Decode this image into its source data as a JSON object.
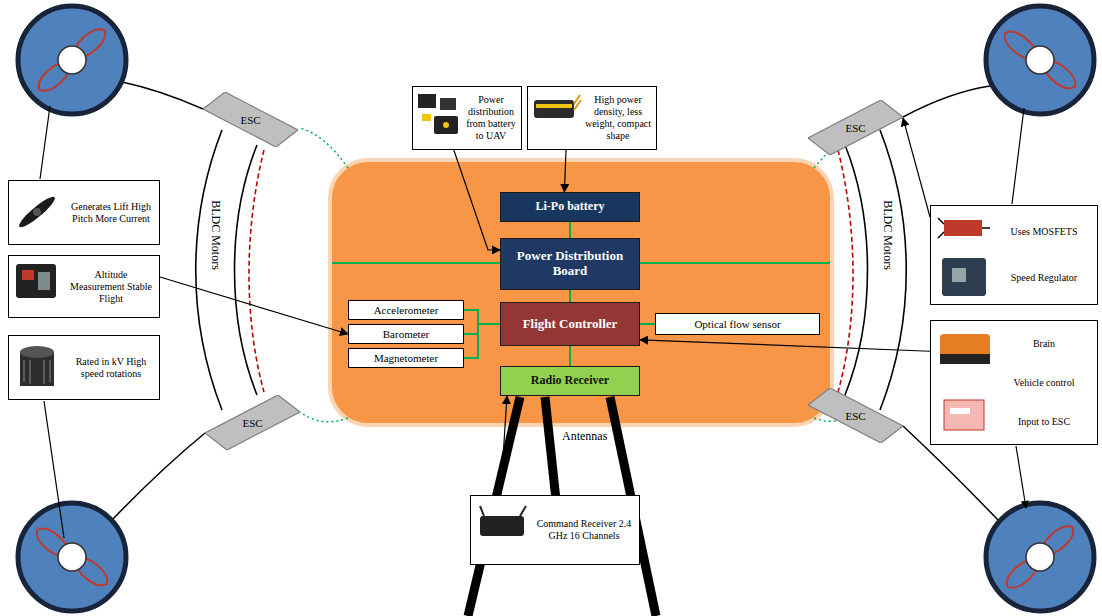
{
  "diagram": {
    "nodes": [
      {
        "text": [
          "Power distribution from battery to UAV"
        ]
      },
      {
        "text": [
          "High power density, less weight, compact shape"
        ]
      },
      {
        "text": [
          "ESC"
        ]
      },
      {
        "text": [
          "ESC"
        ]
      },
      {
        "text": [
          "Generates Lift High Pitch More Current"
        ]
      },
      {
        "text": [
          "Li-Po battery"
        ]
      },
      {
        "text": [
          "Uses MOSFETS",
          "Speed Regulator"
        ]
      },
      {
        "text": [
          "Power Distribution Board"
        ]
      },
      {
        "text": [
          "Altitude Measurement Stable Flight"
        ]
      },
      {
        "text": [
          "Accelerometer"
        ]
      },
      {
        "text": [
          "Flight Controller"
        ]
      },
      {
        "text": [
          "Optical flow sensor"
        ]
      },
      {
        "text": [
          "Barometer"
        ]
      },
      {
        "text": [
          "Brain",
          "Vehicle control",
          "Input to ESC"
        ]
      },
      {
        "text": [
          "Rated in kV High speed rotations"
        ]
      },
      {
        "text": [
          "Magnetometer"
        ]
      },
      {
        "text": [
          "Radio Receiver"
        ]
      },
      {
        "text": [
          "ESC"
        ]
      },
      {
        "text": [
          "ESC"
        ]
      },
      {
        "text": [
          "Command Receiver 2.4 GHz 16 Channels"
        ]
      }
    ],
    "edges": [
      {
        "from": 0,
        "to": 7,
        "arrow": "to"
      },
      {
        "from": 1,
        "to": 5,
        "arrow": "to"
      },
      {
        "from": 6,
        "to": 3,
        "arrow": "to"
      },
      {
        "from": 8,
        "to": 12,
        "arrow": "to"
      },
      {
        "from": 13,
        "to": 10,
        "arrow": "to"
      },
      {
        "from": 19,
        "to": 16,
        "arrow": "to"
      },
      {
        "from": 5,
        "to": 7,
        "arrow": "none"
      },
      {
        "from": 7,
        "to": 10,
        "arrow": "none"
      },
      {
        "from": 10,
        "to": 16,
        "arrow": "none"
      },
      {
        "from": 9,
        "to": 10,
        "arrow": "none"
      },
      {
        "from": 12,
        "to": 10,
        "arrow": "none"
      },
      {
        "from": 15,
        "to": 10,
        "arrow": "none"
      },
      {
        "from": 11,
        "to": 10,
        "arrow": "none"
      }
    ],
    "labels": [
      "BLDC Motors",
      "BLDC Motors",
      "Antennas"
    ]
  }
}
